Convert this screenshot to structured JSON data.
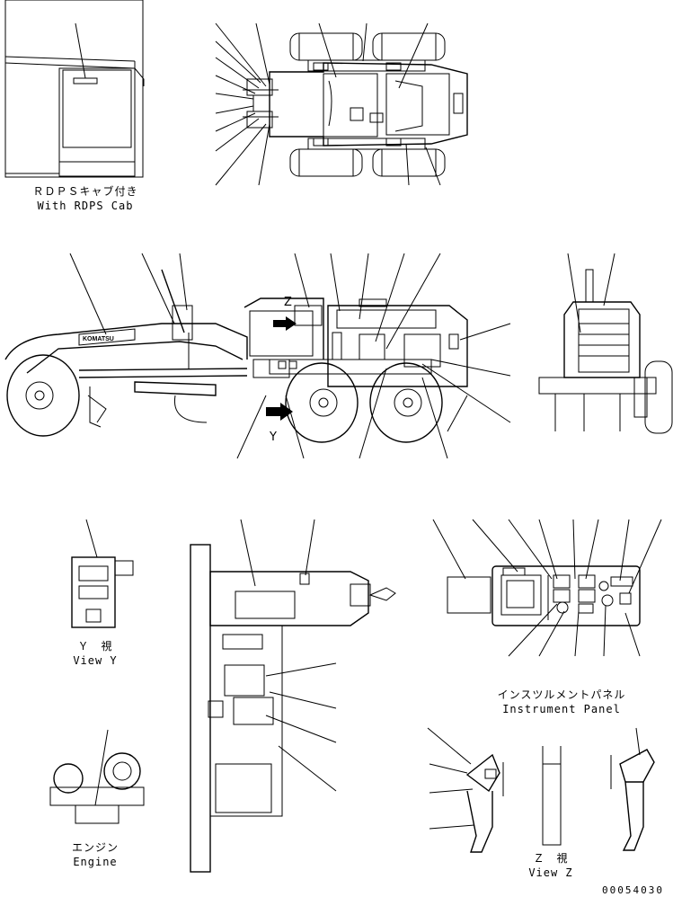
{
  "labels": {
    "rops_jp": "ＲＤＰＳキャブ付き",
    "rops_en": "With RDPS Cab",
    "viewy_jp": "Ｙ　視",
    "viewy_en": "View Y",
    "engine_jp": "エンジン",
    "engine_en": "Engine",
    "panel_jp": "インスツルメントパネル",
    "panel_en": "Instrument Panel",
    "viewz_jp": "Ｚ　視",
    "viewz_en": "View Z",
    "marker_y": "Y",
    "marker_z": "Z",
    "brand": "KOMATSU",
    "drawing_code": "00054030"
  },
  "colors": {
    "line": "#000000",
    "background": "#ffffff"
  }
}
